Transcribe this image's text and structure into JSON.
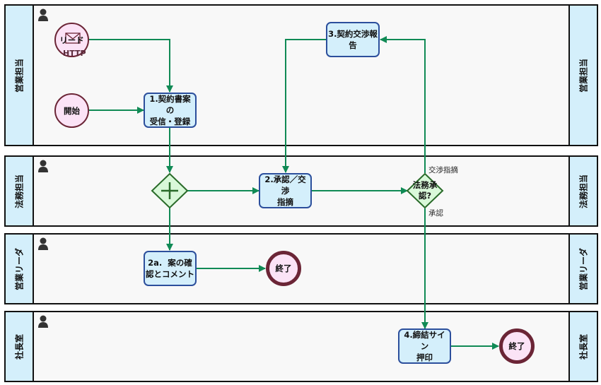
{
  "lanes": [
    {
      "id": "sales",
      "title": "営業担当"
    },
    {
      "id": "legal",
      "title": "法務担当"
    },
    {
      "id": "sales-leader",
      "title": "営業リーダ"
    },
    {
      "id": "president",
      "title": "社長室"
    }
  ],
  "events": {
    "lead": {
      "label": "リード",
      "sublabel": "HTTP",
      "type": "message-start"
    },
    "start": {
      "label": "開始",
      "type": "start"
    },
    "end_leader": {
      "label": "終了",
      "type": "end"
    },
    "end_president": {
      "label": "終了",
      "type": "end"
    }
  },
  "tasks": {
    "t1": {
      "line1": "1.契約書案の",
      "line2": "受信・登録"
    },
    "t2": {
      "line1": "2.承認／交渉",
      "line2": "指摘"
    },
    "t2a": {
      "line1": "2a.  案の確",
      "line2": "認とコメント"
    },
    "t3": {
      "line1": "3.契約交渉報",
      "line2": "告"
    },
    "t4": {
      "line1": "4.締結サイン",
      "line2": "押印"
    }
  },
  "gateways": {
    "parallel": {
      "type": "parallel",
      "icon": "plus"
    },
    "decision": {
      "type": "exclusive",
      "line1": "法務承",
      "line2": "認?"
    }
  },
  "edge_labels": {
    "negotiate": "交渉指摘",
    "approve": "承認"
  },
  "colors": {
    "lane_header": "#d4effb",
    "lane_body": "#f8f8f8",
    "task_fill": "#d4effb",
    "task_border": "#2c4f9c",
    "event_fill": "#fbe3f6",
    "event_border": "#6b2536",
    "gateway_fill": "#d9f8d9",
    "gateway_border": "#2a6b2a",
    "flow": "#108a55"
  }
}
